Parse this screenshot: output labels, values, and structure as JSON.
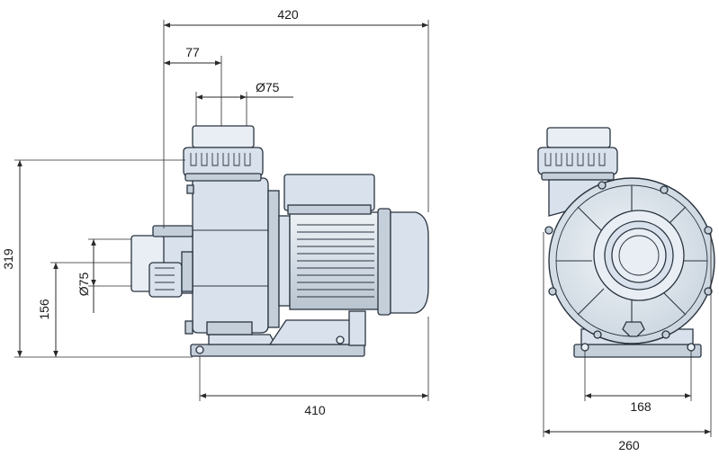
{
  "dimensions": {
    "side_view": {
      "overall_length": "420",
      "inlet_offset": "77",
      "inlet_diameter": "Ø75",
      "overall_height": "319",
      "outlet_height": "156",
      "outlet_diameter": "Ø75",
      "base_length": "410"
    },
    "front_view": {
      "base_hole_spacing": "168",
      "overall_width": "260"
    }
  },
  "colors": {
    "pump_body": "#d9e2ec",
    "outline": "#2a3440",
    "dimension_line": "#2a2a2a"
  }
}
